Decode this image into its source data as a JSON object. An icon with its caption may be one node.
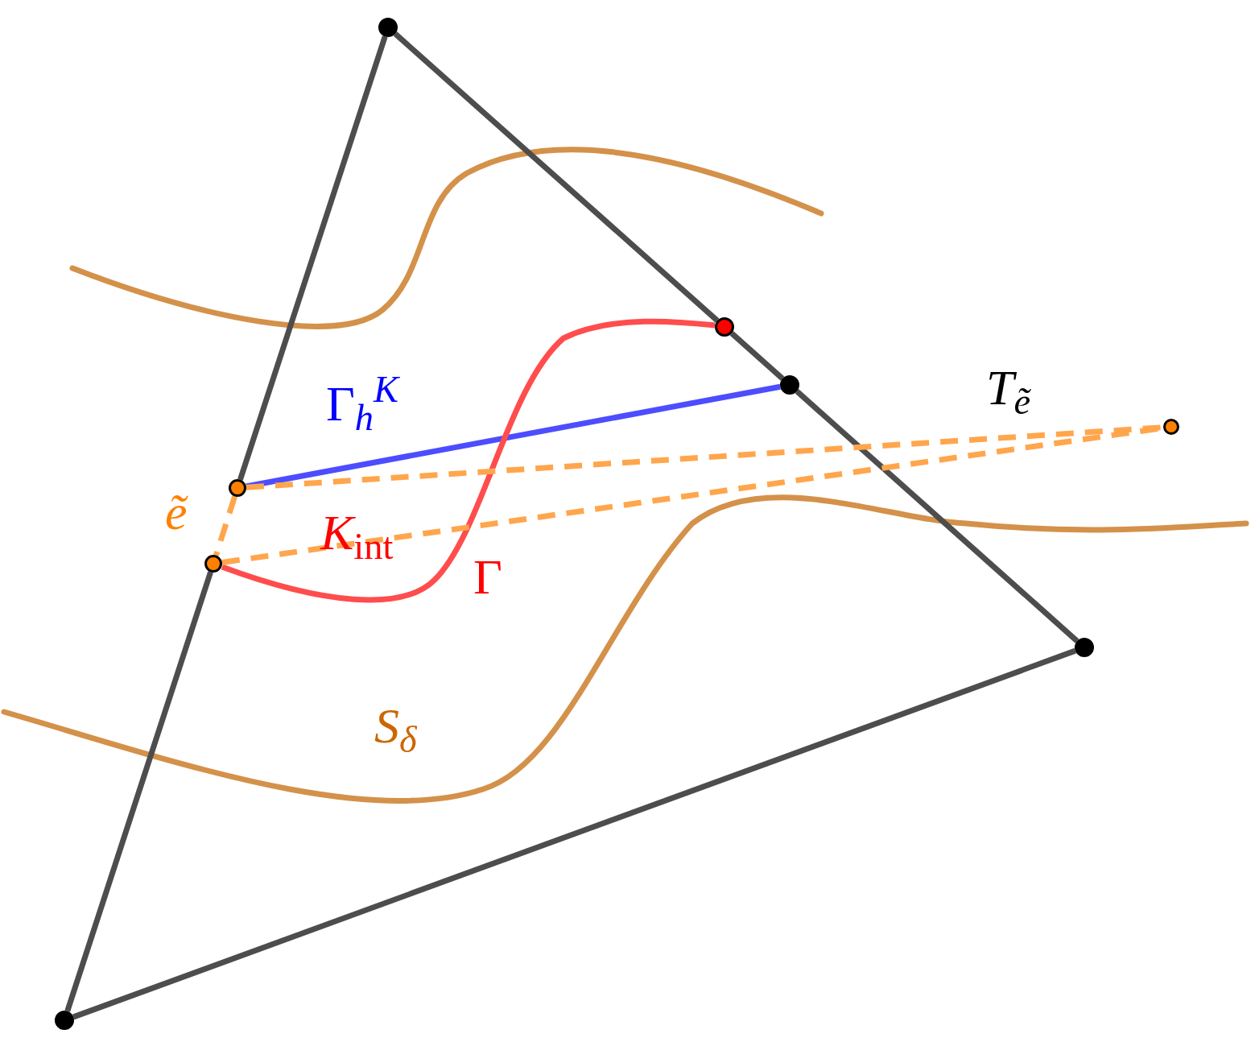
{
  "diagram": {
    "nodes": [
      {
        "text": [],
        "shape": "circle"
      },
      {
        "text": [],
        "shape": "circle"
      },
      {
        "text": [],
        "shape": "circle"
      },
      {
        "text": [],
        "shape": "circle"
      },
      {
        "text": [],
        "shape": "circle"
      },
      {
        "text": [],
        "shape": "circle"
      },
      {
        "text": [],
        "shape": "circle"
      },
      {
        "text": [],
        "shape": "circle"
      }
    ],
    "edges": [
      {
        "from": 0,
        "to": 1,
        "arrow": "none"
      },
      {
        "from": 1,
        "to": 2,
        "arrow": "none"
      },
      {
        "from": 2,
        "to": 3,
        "arrow": "none"
      },
      {
        "from": 3,
        "to": 4,
        "arrow": "none"
      },
      {
        "from": 4,
        "to": 6,
        "arrow": "none"
      },
      {
        "from": 5,
        "to": 0,
        "arrow": "none"
      },
      {
        "from": 5,
        "to": 2,
        "arrow": "none",
        "color": "#4d4dff"
      },
      {
        "from": 6,
        "to": 1,
        "arrow": "none",
        "color": "#ff4d4d"
      },
      {
        "from": 5,
        "to": 7,
        "arrow": "none",
        "style": "dashed",
        "color": "#ffa64d"
      },
      {
        "from": 6,
        "to": 7,
        "arrow": "none",
        "style": "dashed",
        "color": "#ffa64d"
      },
      {
        "from": 5,
        "to": 6,
        "arrow": "none",
        "style": "dashed",
        "color": "#ffa64d"
      }
    ],
    "labels": [
      "Γ$_{h}$$^{K}$",
      "*T*$_{ẽ}$",
      "*ẽ*",
      "*K*$_{int}$",
      "Γ",
      "*S*$_{δ}$"
    ]
  }
}
